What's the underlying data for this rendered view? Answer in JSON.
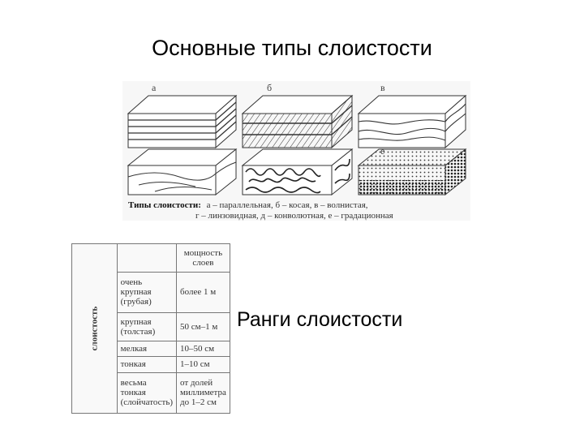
{
  "title": "Основные типы слоистости",
  "layer_types_figure": {
    "blocks": [
      {
        "letter": "а",
        "kind": "parallel"
      },
      {
        "letter": "б",
        "kind": "cross"
      },
      {
        "letter": "в",
        "kind": "wavy"
      },
      {
        "letter": "г",
        "kind": "lenticular"
      },
      {
        "letter": "д",
        "kind": "convolute"
      },
      {
        "letter": "е",
        "kind": "graded"
      }
    ],
    "caption_bold": "Типы слоистости:",
    "caption_line1": "а – параллельная, б – косая, в – волнистая,",
    "caption_line2": "г – линзовидная, д – конволютная, е – градационная"
  },
  "ranks_table": {
    "side_label": "слоистость",
    "header_thickness": "мощность слоев",
    "rows": [
      {
        "rank_line1": "очень крупная",
        "rank_line2": "(грубая)",
        "thickness_line1": "более 1 м",
        "thickness_line2": "",
        "thickness_line3": ""
      },
      {
        "rank_line1": "крупная",
        "rank_line2": "(толстая)",
        "thickness_line1": "50 см–1 м",
        "thickness_line2": "",
        "thickness_line3": ""
      },
      {
        "rank_line1": "мелкая",
        "rank_line2": "",
        "thickness_line1": "10–50 см",
        "thickness_line2": "",
        "thickness_line3": ""
      },
      {
        "rank_line1": "тонкая",
        "rank_line2": "",
        "thickness_line1": "1–10 см",
        "thickness_line2": "",
        "thickness_line3": ""
      },
      {
        "rank_line1": "весьма тонкая",
        "rank_line2": "(слойчатость)",
        "thickness_line1": "от долей",
        "thickness_line2": "миллиметра",
        "thickness_line3": "до 1–2 см"
      }
    ]
  },
  "ranks_title": "Ранги слоистости"
}
